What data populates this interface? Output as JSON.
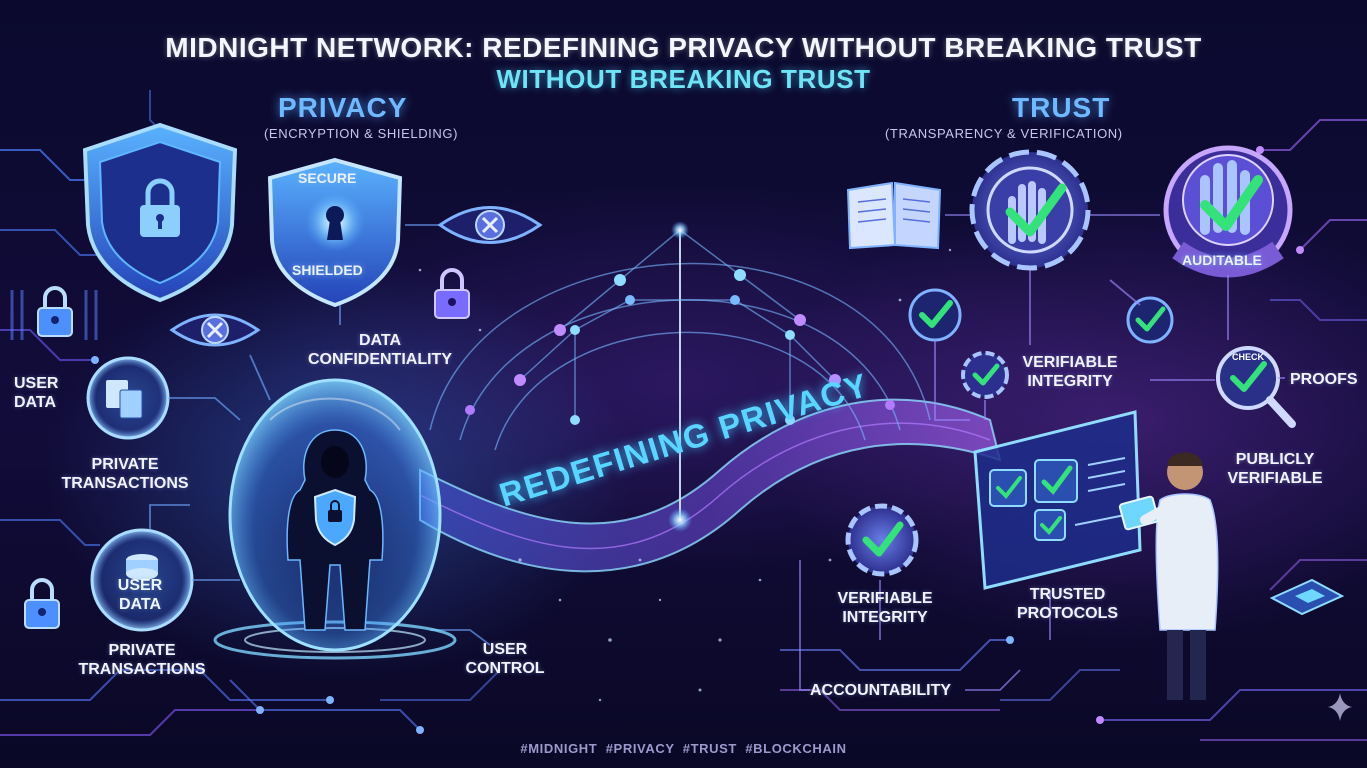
{
  "title": {
    "main": "MIDNIGHT NETWORK: REDEFINING PRIVACY WITHOUT BREAKING TRUST",
    "sub": "WITHOUT BREAKING TRUST"
  },
  "privacy": {
    "heading": "PRIVACY",
    "subheading": "(ENCRYPTION & SHIELDING)",
    "badge_top": "SECURE",
    "badge_bottom": "SHIELDED",
    "labels": {
      "data_confidentiality": "DATA CONFIDENTIALITY",
      "user_data_1": "USER DATA",
      "private_transactions_1": "PRIVATE TRANSACTIONS",
      "user_data_2": "USER DATA",
      "private_transactions_2": "PRIVATE TRANSACTIONS",
      "user_control": "USER CONTROL"
    }
  },
  "center": {
    "ribbon": "REDEFINING PRIVACY"
  },
  "trust": {
    "heading": "TRUST",
    "subheading": "(TRANSPARENCY & VERIFICATION)",
    "badge_label": "AUDITABLE",
    "magnifier_label": "CHECK",
    "labels": {
      "verifiable_integrity_1": "VERIFIABLE INTEGRITY",
      "proofs": "PROOFS",
      "publicly_verifiable": "PUBLICLY VERIFIABLE",
      "verifiable_integrity_2": "VERIFIABLE INTEGRITY",
      "trusted_protocols": "TRUSTED PROTOCOLS",
      "accountability": "ACCOUNTABILITY"
    }
  },
  "footer": {
    "hashtags": "#MIDNIGHT  #PRIVACY  #TRUST  #BLOCKCHAIN"
  },
  "colors": {
    "background": "#0b0a2e",
    "privacy_accent": "#4aa8ff",
    "trust_accent": "#a36bff",
    "check_green": "#34e27a",
    "ribbon_cyan": "#58d6ff"
  },
  "icons": [
    "shield-lock-icon",
    "secure-shield-keyhole-icon",
    "eye-crossed-icon",
    "padlock-icon",
    "document-icon",
    "database-icon",
    "hooded-figure-icon",
    "book-icon",
    "gear-hand-check-icon",
    "check-circle-icon",
    "gear-check-icon",
    "magnifier-check-icon",
    "dashboard-screen-icon",
    "scientist-icon",
    "chip-icon",
    "sparkle-icon"
  ]
}
